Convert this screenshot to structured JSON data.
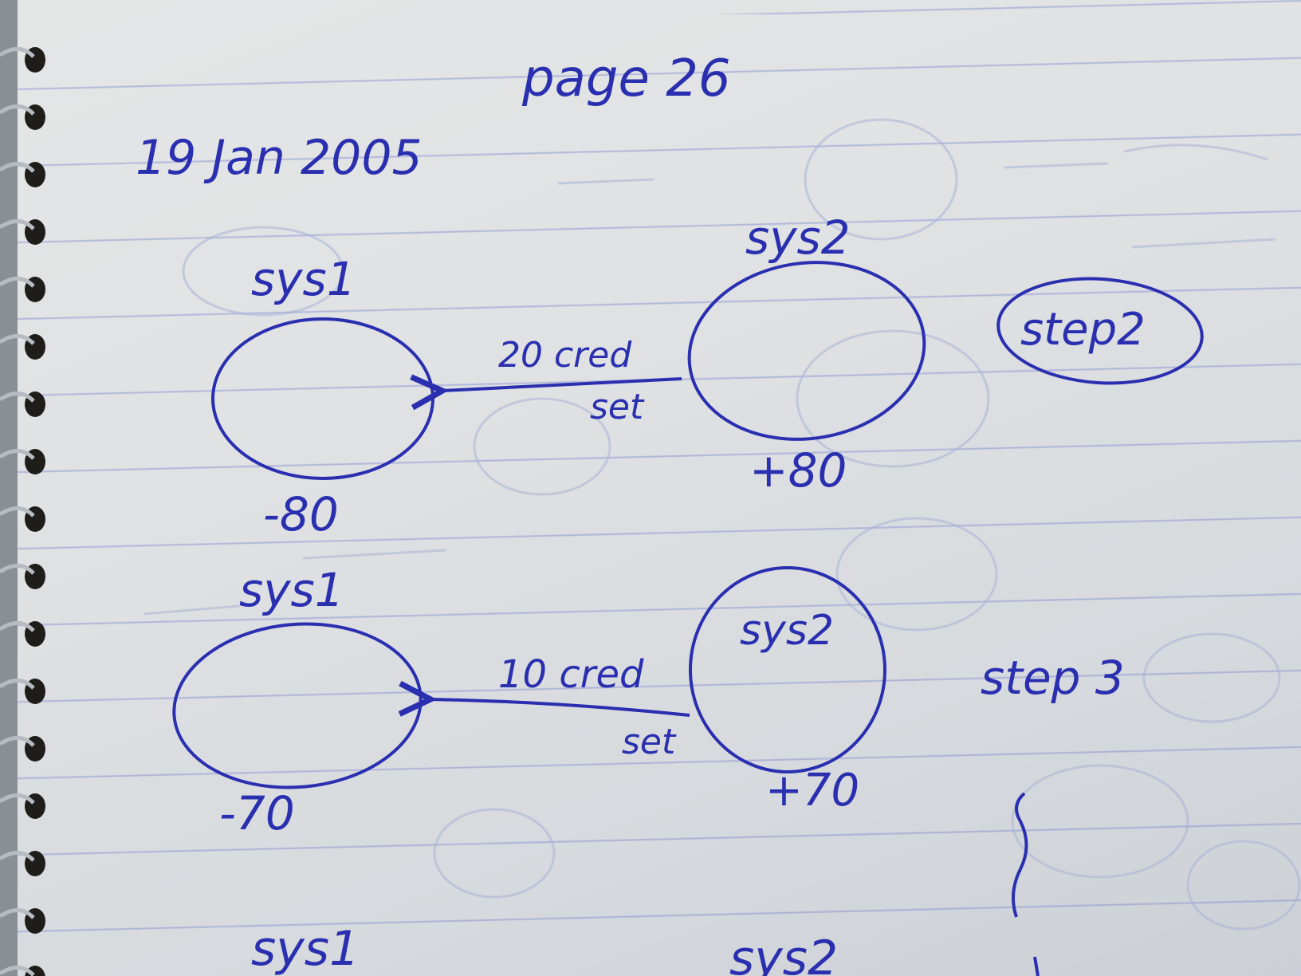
{
  "notes": {
    "page_label": "page 26",
    "date": "19 Jan 2005",
    "step1": {
      "left_system": "sys1",
      "right_system": "sys2",
      "arrow_top_label": "20 cred",
      "arrow_bottom_label": "set",
      "left_value": "-80",
      "right_value": "+80"
    },
    "step2_label": "step2",
    "step2": {
      "left_system": "sys1",
      "right_system": "sys2",
      "arrow_top_label": "10 cred",
      "arrow_bottom_label": "set",
      "left_value": "-70",
      "right_value": "+70"
    },
    "step3_label": "step 3",
    "step3": {
      "left_system": "sys1",
      "right_system": "sys2"
    }
  },
  "colors": {
    "ink": "#2a2fb0",
    "paper": "#e2e4e5",
    "rule_line": "#7882d2"
  }
}
